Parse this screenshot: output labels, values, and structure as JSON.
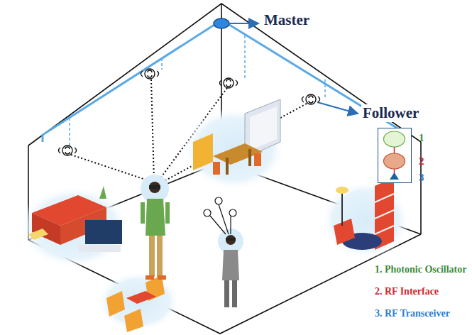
{
  "diagram": {
    "nodes": [
      {
        "text": [
          "Master"
        ]
      },
      {
        "text": [
          "Follower"
        ]
      }
    ],
    "labels": [
      "1",
      "2",
      "3",
      "1. Photonic Oscillator",
      "2. RF Interface",
      "3. RF Transceiver"
    ]
  }
}
